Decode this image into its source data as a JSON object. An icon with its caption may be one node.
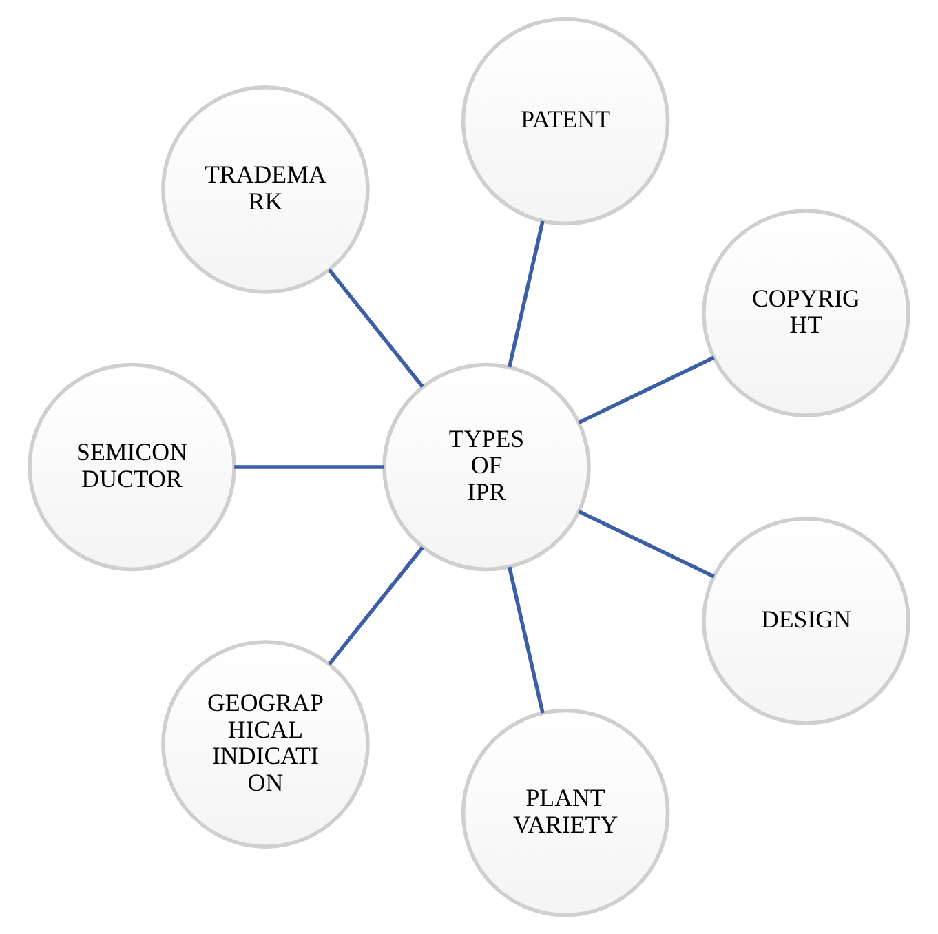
{
  "diagram": {
    "nodes": [
      {
        "text": [
          "TYPES OF IPR"
        ]
      },
      {
        "text": [
          "COPYRIG HT"
        ]
      },
      {
        "text": [
          "PATENT"
        ]
      },
      {
        "text": [
          "TRADEMA RK"
        ]
      },
      {
        "text": [
          "SEMICON DUCTOR"
        ]
      },
      {
        "text": [
          "GEOGRAP HICAL INDICATI ON"
        ]
      },
      {
        "text": [
          "PLANT VARIETY"
        ]
      },
      {
        "text": [
          "DESIGN"
        ]
      }
    ],
    "edges": [
      {
        "from": 0,
        "to": 1,
        "arrow": "none"
      },
      {
        "from": 0,
        "to": 2,
        "arrow": "none"
      },
      {
        "from": 0,
        "to": 3,
        "arrow": "none"
      },
      {
        "from": 0,
        "to": 4,
        "arrow": "none"
      },
      {
        "from": 0,
        "to": 5,
        "arrow": "none"
      },
      {
        "from": 0,
        "to": 6,
        "arrow": "none"
      },
      {
        "from": 0,
        "to": 7,
        "arrow": "none"
      }
    ]
  }
}
